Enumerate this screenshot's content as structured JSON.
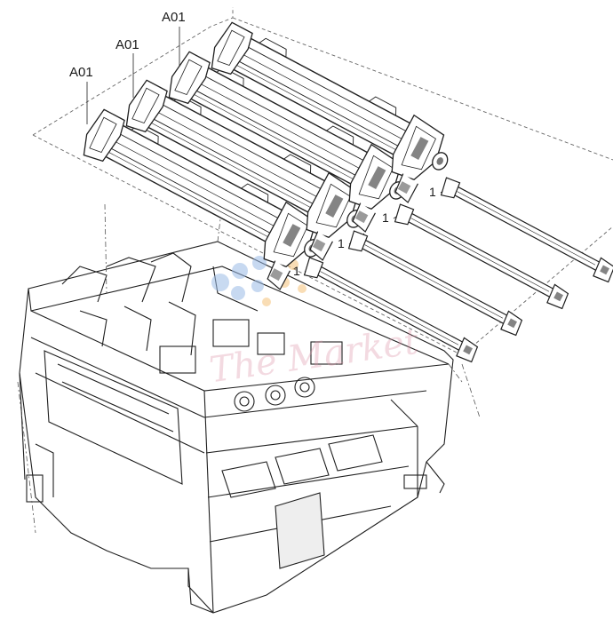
{
  "diagram": {
    "callouts": {
      "a": "A01",
      "b": "A01",
      "c": "A01",
      "d": "1",
      "e": "1",
      "f": "1",
      "g": "1"
    },
    "watermark": "The Market",
    "colors": {
      "line": "#1f1f1f",
      "dashed": "#555555",
      "dot_blue": "#9bbbe6",
      "dot_orange": "#f5c27a",
      "watermark": "#e7a8b8"
    }
  }
}
